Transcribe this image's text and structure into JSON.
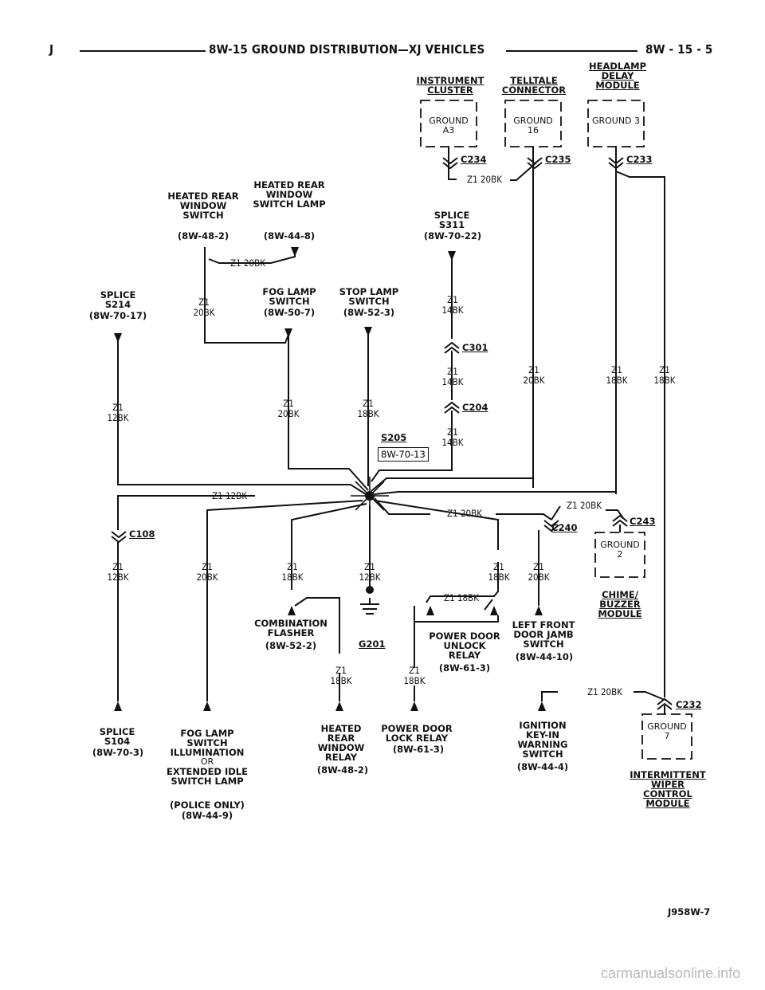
{
  "header": {
    "left_letter": "J",
    "title": "8W-15 GROUND DISTRIBUTION—XJ VEHICLES",
    "page_ref": "8W - 15 - 5"
  },
  "top_modules": {
    "cluster_name": "INSTRUMENT CLUSTER",
    "cluster_ground": "GROUND A3",
    "telltale_name": "TELLTALE CONNECTOR",
    "telltale_ground": "GROUND 16",
    "headlamp_name": "HEADLAMP DELAY MODULE",
    "headlamp_ground": "GROUND 3"
  },
  "connectors": {
    "c234": "C234",
    "c235": "C235",
    "c233": "C233",
    "c301": "C301",
    "c204": "C204",
    "c108": "C108",
    "c240": "C240",
    "c243": "C243",
    "c232": "C232"
  },
  "components": {
    "hrw_switch": "HEATED REAR WINDOW SWITCH",
    "hrw_switch_ref": "(8W-48-2)",
    "hrw_lamp": "HEATED REAR WINDOW SWITCH LAMP",
    "hrw_lamp_ref": "(8W-44-8)",
    "splice_s311": "SPLICE S311",
    "splice_s311_ref": "(8W-70-22)",
    "splice_s214": "SPLICE S214",
    "splice_s214_ref": "(8W-70-17)",
    "fog_lamp_switch": "FOG LAMP SWITCH",
    "fog_lamp_switch_ref": "(8W-50-7)",
    "stop_lamp_switch": "STOP LAMP SWITCH",
    "stop_lamp_switch_ref": "(8W-52-3)",
    "splice_s205": "S205",
    "splice_s205_ref": "8W-70-13",
    "chime_name": "CHIME/ BUZZER MODULE",
    "chime_ground": "GROUND 2",
    "combo_flasher": "COMBINATION FLASHER",
    "combo_flasher_ref": "(8W-52-2)",
    "ground_g201": "G201",
    "pdu_relay": "POWER DOOR UNLOCK RELAY",
    "pdu_relay_ref": "(8W-61-3)",
    "door_jamb": "LEFT FRONT DOOR JAMB SWITCH",
    "door_jamb_ref": "(8W-44-10)",
    "splice_s104": "SPLICE S104",
    "splice_s104_ref": "(8W-70-3)",
    "fog_illum_1": "FOG LAMP SWITCH ILLUMINATION",
    "fog_illum_or": "OR",
    "fog_illum_2": "EXTENDED IDLE SWITCH LAMP",
    "fog_illum_3": "(POLICE ONLY)",
    "fog_illum_ref": "(8W-44-9)",
    "hrw_relay": "HEATED REAR WINDOW RELAY",
    "hrw_relay_ref": "(8W-48-2)",
    "pdl_relay": "POWER DOOR LOCK RELAY",
    "pdl_relay_ref": "(8W-61-3)",
    "ign_key": "IGNITION KEY-IN WARNING SWITCH",
    "ign_key_ref": "(8W-44-4)",
    "wiper_name": "INTERMITTENT WIPER CONTROL MODULE",
    "wiper_ground": "GROUND 7"
  },
  "wires": {
    "z1": "Z1",
    "bk20": "20BK",
    "bk18": "18BK",
    "bk14": "14BK",
    "bk12": "12BK",
    "z1_20bk": "Z1 20BK",
    "z1_12bk": "Z1 12BK",
    "z1_18bk": "Z1 18BK"
  },
  "footer": {
    "figure_id": "J958W-7",
    "watermark": "carmanualsonline.info"
  }
}
